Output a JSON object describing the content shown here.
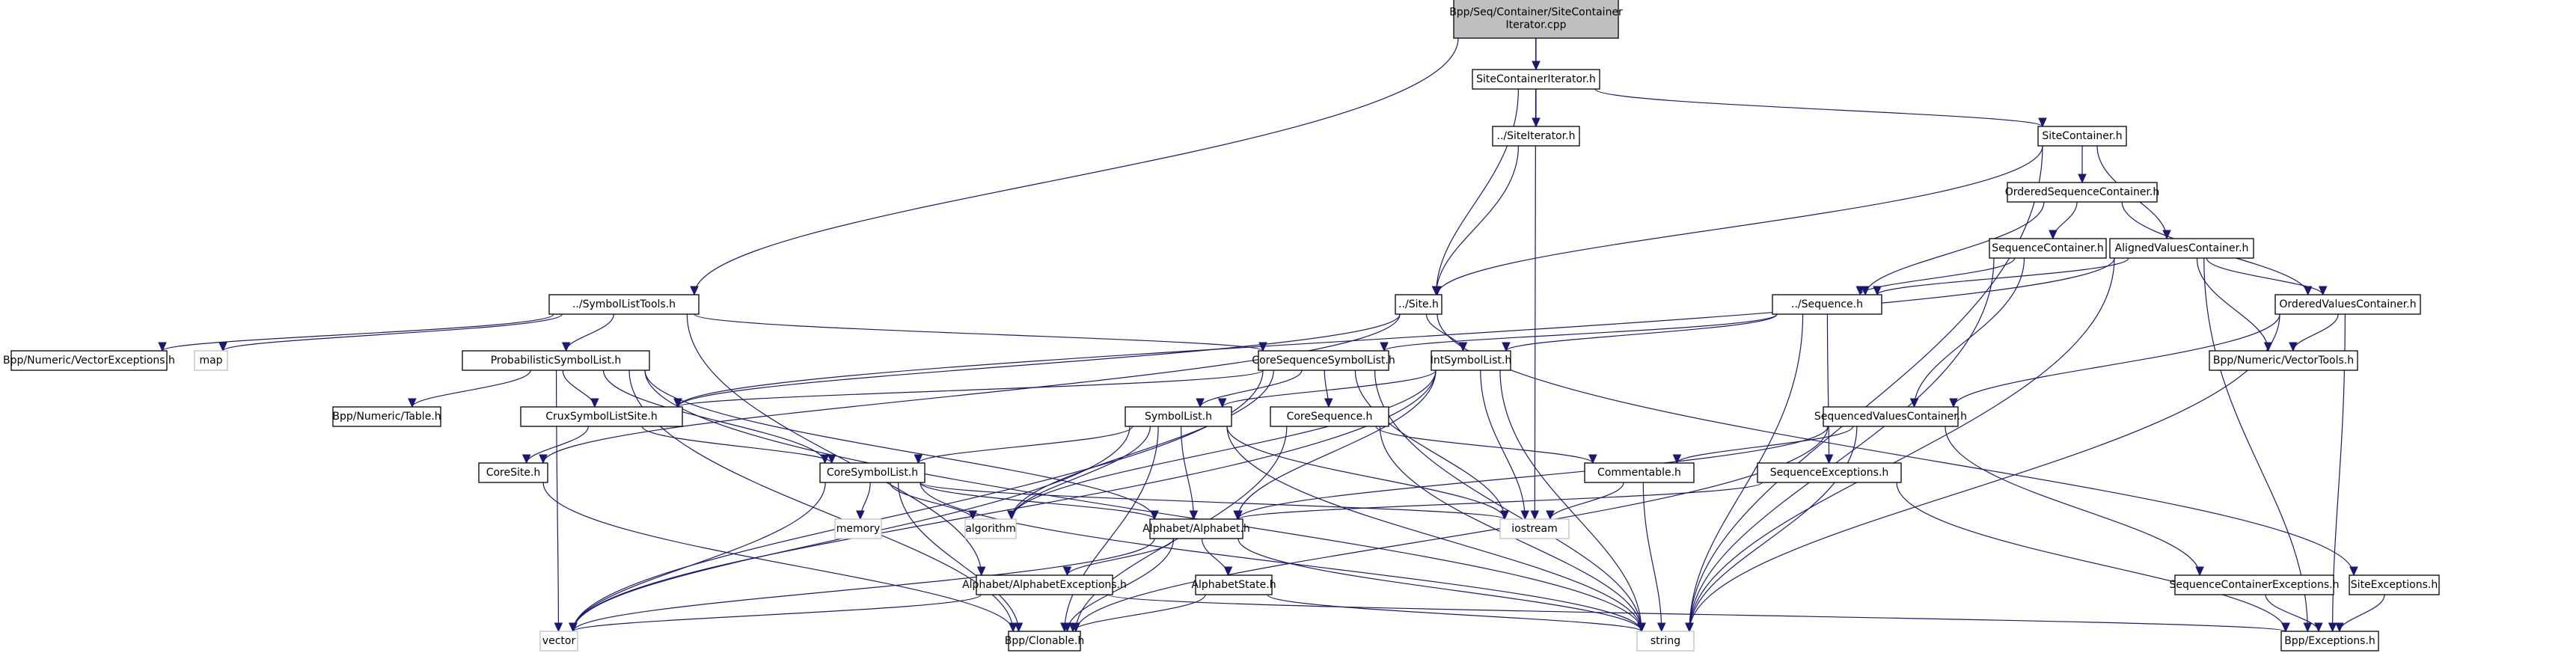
{
  "diagram": {
    "type": "include-dependency-graph",
    "root": "root",
    "nodes": [
      {
        "id": "root",
        "label": [
          "Bpp/Seq/Container/SiteContainer",
          "Iterator.cpp"
        ],
        "kind": "root"
      },
      {
        "id": "sci",
        "label": [
          "SiteContainerIterator.h"
        ],
        "kind": "file"
      },
      {
        "id": "siter",
        "label": [
          "../SiteIterator.h"
        ],
        "kind": "file"
      },
      {
        "id": "sc",
        "label": [
          "SiteContainer.h"
        ],
        "kind": "file"
      },
      {
        "id": "osc",
        "label": [
          "OrderedSequenceContainer.h"
        ],
        "kind": "file"
      },
      {
        "id": "seqc",
        "label": [
          "SequenceContainer.h"
        ],
        "kind": "file"
      },
      {
        "id": "avc",
        "label": [
          "AlignedValuesContainer.h"
        ],
        "kind": "file"
      },
      {
        "id": "ovc",
        "label": [
          "OrderedValuesContainer.h"
        ],
        "kind": "file"
      },
      {
        "id": "vtools",
        "label": [
          "Bpp/Numeric/VectorTools.h"
        ],
        "kind": "file"
      },
      {
        "id": "slt",
        "label": [
          "../SymbolListTools.h"
        ],
        "kind": "file"
      },
      {
        "id": "vexc",
        "label": [
          "Bpp/Numeric/VectorExceptions.h"
        ],
        "kind": "file"
      },
      {
        "id": "map",
        "label": [
          "map"
        ],
        "kind": "external"
      },
      {
        "id": "site",
        "label": [
          "../Site.h"
        ],
        "kind": "file"
      },
      {
        "id": "seq",
        "label": [
          "../Sequence.h"
        ],
        "kind": "file"
      },
      {
        "id": "psl",
        "label": [
          "ProbabilisticSymbolList.h"
        ],
        "kind": "file"
      },
      {
        "id": "table",
        "label": [
          "Bpp/Numeric/Table.h"
        ],
        "kind": "file"
      },
      {
        "id": "cssl",
        "label": [
          "CoreSequenceSymbolList.h"
        ],
        "kind": "file"
      },
      {
        "id": "isl",
        "label": [
          "IntSymbolList.h"
        ],
        "kind": "file"
      },
      {
        "id": "cruxs",
        "label": [
          "CruxSymbolListSite.h"
        ],
        "kind": "file"
      },
      {
        "id": "sl",
        "label": [
          "SymbolList.h"
        ],
        "kind": "file"
      },
      {
        "id": "cseq",
        "label": [
          "CoreSequence.h"
        ],
        "kind": "file"
      },
      {
        "id": "svc",
        "label": [
          "SequencedValuesContainer.h"
        ],
        "kind": "file"
      },
      {
        "id": "csite",
        "label": [
          "CoreSite.h"
        ],
        "kind": "file"
      },
      {
        "id": "csl",
        "label": [
          "CoreSymbolList.h"
        ],
        "kind": "file"
      },
      {
        "id": "comm",
        "label": [
          "Commentable.h"
        ],
        "kind": "file"
      },
      {
        "id": "seqexc",
        "label": [
          "SequenceExceptions.h"
        ],
        "kind": "file"
      },
      {
        "id": "memory",
        "label": [
          "memory"
        ],
        "kind": "external"
      },
      {
        "id": "algorithm",
        "label": [
          "algorithm"
        ],
        "kind": "external"
      },
      {
        "id": "alpha",
        "label": [
          "Alphabet/Alphabet.h"
        ],
        "kind": "file"
      },
      {
        "id": "iostream",
        "label": [
          "iostream"
        ],
        "kind": "external"
      },
      {
        "id": "alphaexc",
        "label": [
          "Alphabet/AlphabetExceptions.h"
        ],
        "kind": "file"
      },
      {
        "id": "astate",
        "label": [
          "AlphabetState.h"
        ],
        "kind": "file"
      },
      {
        "id": "scexc",
        "label": [
          "SequenceContainerExceptions.h"
        ],
        "kind": "file"
      },
      {
        "id": "siteexc",
        "label": [
          "SiteExceptions.h"
        ],
        "kind": "file"
      },
      {
        "id": "vector",
        "label": [
          "vector"
        ],
        "kind": "external"
      },
      {
        "id": "clonable",
        "label": [
          "Bpp/Clonable.h"
        ],
        "kind": "file"
      },
      {
        "id": "string",
        "label": [
          "string"
        ],
        "kind": "external"
      },
      {
        "id": "exc",
        "label": [
          "Bpp/Exceptions.h"
        ],
        "kind": "file"
      }
    ],
    "edges": [
      [
        "root",
        "sci"
      ],
      [
        "root",
        "slt"
      ],
      [
        "root",
        "iostream"
      ],
      [
        "sci",
        "siter"
      ],
      [
        "sci",
        "site"
      ],
      [
        "sci",
        "sc"
      ],
      [
        "siter",
        "site"
      ],
      [
        "sc",
        "osc"
      ],
      [
        "sc",
        "avc"
      ],
      [
        "sc",
        "site"
      ],
      [
        "sc",
        "string"
      ],
      [
        "osc",
        "seqc"
      ],
      [
        "osc",
        "seq"
      ],
      [
        "osc",
        "ovc"
      ],
      [
        "seqc",
        "seq"
      ],
      [
        "seqc",
        "svc"
      ],
      [
        "seqc",
        "string"
      ],
      [
        "avc",
        "ovc"
      ],
      [
        "avc",
        "vtools"
      ],
      [
        "avc",
        "seq"
      ],
      [
        "avc",
        "cruxs"
      ],
      [
        "avc",
        "string"
      ],
      [
        "avc",
        "exc"
      ],
      [
        "ovc",
        "vtools"
      ],
      [
        "ovc",
        "svc"
      ],
      [
        "ovc",
        "string"
      ],
      [
        "ovc",
        "exc"
      ],
      [
        "slt",
        "vexc"
      ],
      [
        "slt",
        "map"
      ],
      [
        "slt",
        "psl"
      ],
      [
        "slt",
        "cssl"
      ],
      [
        "slt",
        "alphaexc"
      ],
      [
        "site",
        "isl"
      ],
      [
        "site",
        "cruxs"
      ],
      [
        "site",
        "csite"
      ],
      [
        "site",
        "siteexc"
      ],
      [
        "seq",
        "cssl"
      ],
      [
        "seq",
        "isl"
      ],
      [
        "seq",
        "seqexc"
      ],
      [
        "seq",
        "string"
      ],
      [
        "psl",
        "table"
      ],
      [
        "psl",
        "cruxs"
      ],
      [
        "psl",
        "csl"
      ],
      [
        "psl",
        "alpha"
      ],
      [
        "psl",
        "vector"
      ],
      [
        "psl",
        "clonable"
      ],
      [
        "psl",
        "string"
      ],
      [
        "cssl",
        "cseq"
      ],
      [
        "cssl",
        "sl"
      ],
      [
        "cssl",
        "cruxs"
      ],
      [
        "cssl",
        "vector"
      ],
      [
        "cssl",
        "iostream"
      ],
      [
        "cssl",
        "string"
      ],
      [
        "cssl",
        "algorithm"
      ],
      [
        "isl",
        "sl"
      ],
      [
        "isl",
        "alpha"
      ],
      [
        "isl",
        "vector"
      ],
      [
        "isl",
        "string"
      ],
      [
        "isl",
        "iostream"
      ],
      [
        "isl",
        "algorithm"
      ],
      [
        "cruxs",
        "csite"
      ],
      [
        "cruxs",
        "csl"
      ],
      [
        "sl",
        "csl"
      ],
      [
        "sl",
        "alpha"
      ],
      [
        "sl",
        "vector"
      ],
      [
        "sl",
        "algorithm"
      ],
      [
        "sl",
        "clonable"
      ],
      [
        "sl",
        "string"
      ],
      [
        "sl",
        "iostream"
      ],
      [
        "cseq",
        "comm"
      ],
      [
        "cseq",
        "clonable"
      ],
      [
        "cseq",
        "string"
      ],
      [
        "svc",
        "comm"
      ],
      [
        "svc",
        "alpha"
      ],
      [
        "svc",
        "scexc"
      ],
      [
        "svc",
        "clonable"
      ],
      [
        "svc",
        "string"
      ],
      [
        "csite",
        "clonable"
      ],
      [
        "csl",
        "memory"
      ],
      [
        "csl",
        "algorithm"
      ],
      [
        "csl",
        "alpha"
      ],
      [
        "csl",
        "vector"
      ],
      [
        "csl",
        "clonable"
      ],
      [
        "csl",
        "string"
      ],
      [
        "csl",
        "iostream"
      ],
      [
        "comm",
        "iostream"
      ],
      [
        "comm",
        "string"
      ],
      [
        "seqexc",
        "alpha"
      ],
      [
        "seqexc",
        "exc"
      ],
      [
        "alpha",
        "alphaexc"
      ],
      [
        "alpha",
        "astate"
      ],
      [
        "alpha",
        "clonable"
      ],
      [
        "alpha",
        "string"
      ],
      [
        "alpha",
        "vector"
      ],
      [
        "alphaexc",
        "exc"
      ],
      [
        "alphaexc",
        "vector"
      ],
      [
        "astate",
        "clonable"
      ],
      [
        "astate",
        "string"
      ],
      [
        "scexc",
        "exc"
      ],
      [
        "siteexc",
        "exc"
      ]
    ]
  }
}
